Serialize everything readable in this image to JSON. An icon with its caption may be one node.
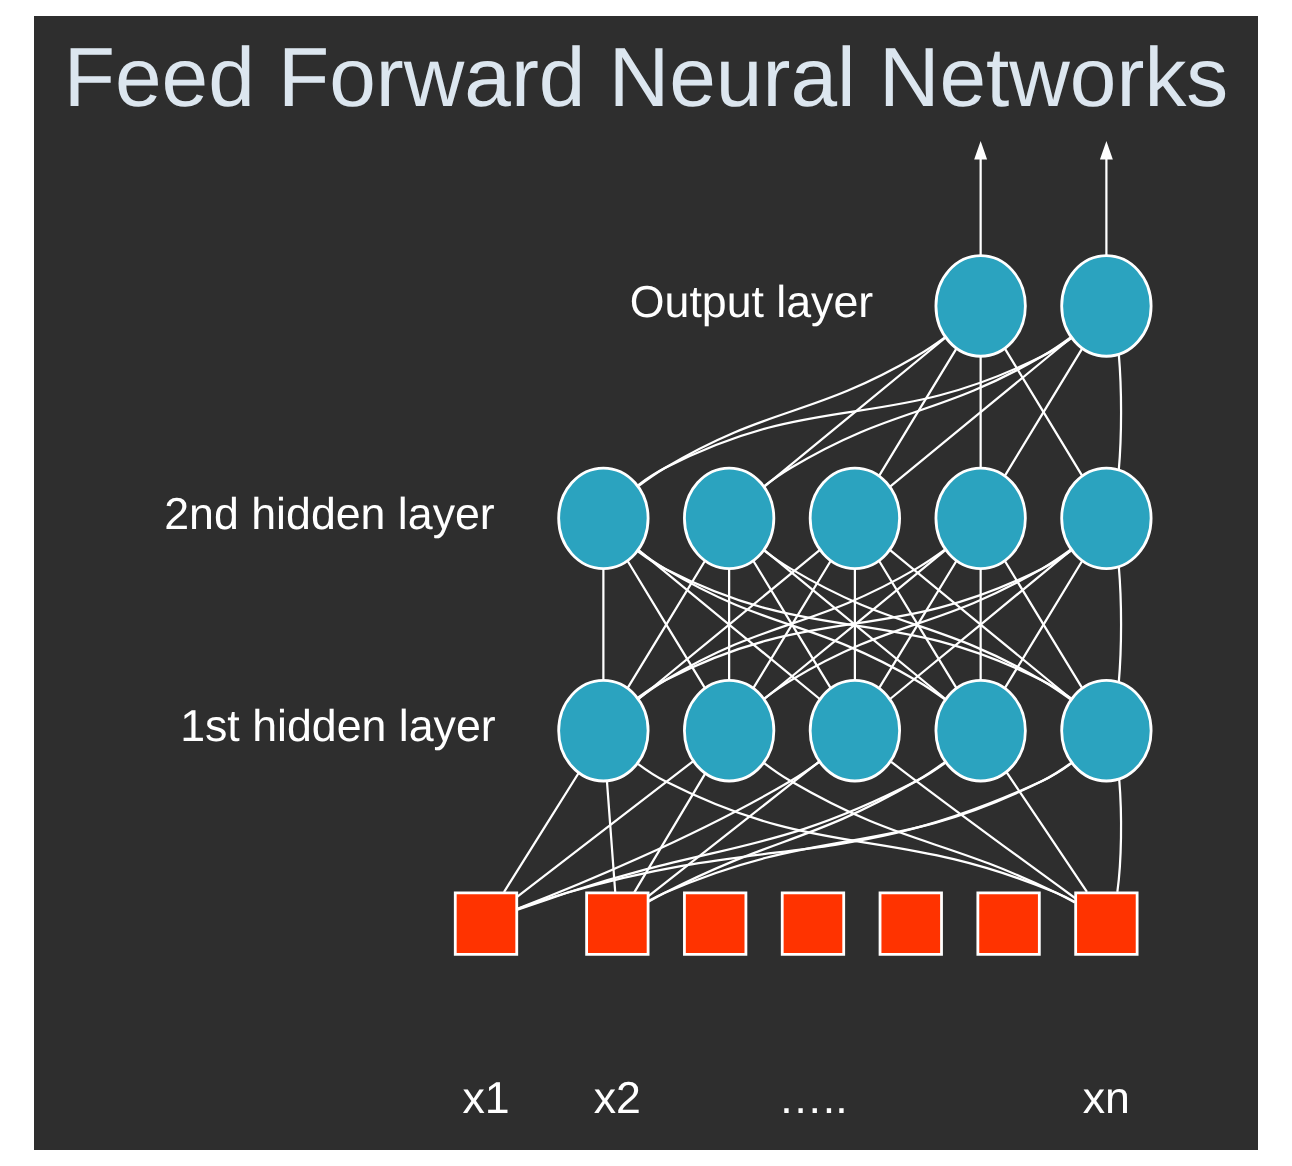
{
  "diagram": {
    "title": "Feed Forward Neural Networks",
    "nodes": [
      {
        "text": [],
        "shape": "circle"
      },
      {
        "text": [],
        "shape": "circle"
      },
      {
        "text": [],
        "shape": "circle"
      },
      {
        "text": [],
        "shape": "circle"
      },
      {
        "text": [],
        "shape": "circle"
      },
      {
        "text": [],
        "shape": "circle"
      },
      {
        "text": [],
        "shape": "circle"
      },
      {
        "text": [],
        "shape": "circle"
      },
      {
        "text": [],
        "shape": "circle"
      },
      {
        "text": [],
        "shape": "circle"
      },
      {
        "text": [],
        "shape": "circle"
      },
      {
        "text": [],
        "shape": "circle"
      },
      {
        "text": [],
        "shape": "box"
      },
      {
        "text": [],
        "shape": "box"
      },
      {
        "text": [],
        "shape": "box"
      },
      {
        "text": [],
        "shape": "box"
      },
      {
        "text": [],
        "shape": "box"
      },
      {
        "text": [],
        "shape": "box"
      },
      {
        "text": [],
        "shape": "box"
      }
    ],
    "edges": [
      {
        "from": 12,
        "to": 7,
        "arrow": "none"
      },
      {
        "from": 12,
        "to": 8,
        "arrow": "none"
      },
      {
        "from": 12,
        "to": 9,
        "arrow": "none"
      },
      {
        "from": 12,
        "to": 10,
        "arrow": "none"
      },
      {
        "from": 12,
        "to": 11,
        "arrow": "none"
      },
      {
        "from": 13,
        "to": 7,
        "arrow": "none"
      },
      {
        "from": 13,
        "to": 8,
        "arrow": "none"
      },
      {
        "from": 13,
        "to": 9,
        "arrow": "none"
      },
      {
        "from": 13,
        "to": 10,
        "arrow": "none"
      },
      {
        "from": 13,
        "to": 11,
        "arrow": "none"
      },
      {
        "from": 18,
        "to": 7,
        "arrow": "none"
      },
      {
        "from": 18,
        "to": 8,
        "arrow": "none"
      },
      {
        "from": 18,
        "to": 9,
        "arrow": "none"
      },
      {
        "from": 18,
        "to": 10,
        "arrow": "none"
      },
      {
        "from": 18,
        "to": 11,
        "arrow": "none"
      },
      {
        "from": 7,
        "to": 2,
        "arrow": "none"
      },
      {
        "from": 7,
        "to": 3,
        "arrow": "none"
      },
      {
        "from": 7,
        "to": 4,
        "arrow": "none"
      },
      {
        "from": 7,
        "to": 5,
        "arrow": "none"
      },
      {
        "from": 7,
        "to": 6,
        "arrow": "none"
      },
      {
        "from": 8,
        "to": 2,
        "arrow": "none"
      },
      {
        "from": 8,
        "to": 3,
        "arrow": "none"
      },
      {
        "from": 8,
        "to": 4,
        "arrow": "none"
      },
      {
        "from": 8,
        "to": 5,
        "arrow": "none"
      },
      {
        "from": 8,
        "to": 6,
        "arrow": "none"
      },
      {
        "from": 9,
        "to": 2,
        "arrow": "none"
      },
      {
        "from": 9,
        "to": 3,
        "arrow": "none"
      },
      {
        "from": 9,
        "to": 4,
        "arrow": "none"
      },
      {
        "from": 9,
        "to": 5,
        "arrow": "none"
      },
      {
        "from": 9,
        "to": 6,
        "arrow": "none"
      },
      {
        "from": 10,
        "to": 2,
        "arrow": "none"
      },
      {
        "from": 10,
        "to": 3,
        "arrow": "none"
      },
      {
        "from": 10,
        "to": 4,
        "arrow": "none"
      },
      {
        "from": 10,
        "to": 5,
        "arrow": "none"
      },
      {
        "from": 10,
        "to": 6,
        "arrow": "none"
      },
      {
        "from": 11,
        "to": 2,
        "arrow": "none"
      },
      {
        "from": 11,
        "to": 3,
        "arrow": "none"
      },
      {
        "from": 11,
        "to": 4,
        "arrow": "none"
      },
      {
        "from": 11,
        "to": 5,
        "arrow": "none"
      },
      {
        "from": 11,
        "to": 6,
        "arrow": "none"
      },
      {
        "from": 2,
        "to": 0,
        "arrow": "none"
      },
      {
        "from": 2,
        "to": 1,
        "arrow": "none"
      },
      {
        "from": 3,
        "to": 0,
        "arrow": "none"
      },
      {
        "from": 3,
        "to": 1,
        "arrow": "none"
      },
      {
        "from": 4,
        "to": 0,
        "arrow": "none"
      },
      {
        "from": 4,
        "to": 1,
        "arrow": "none"
      },
      {
        "from": 5,
        "to": 0,
        "arrow": "none"
      },
      {
        "from": 5,
        "to": 1,
        "arrow": "none"
      },
      {
        "from": 6,
        "to": 0,
        "arrow": "none"
      },
      {
        "from": 6,
        "to": 1,
        "arrow": "none"
      },
      {
        "from": 0,
        "to": null,
        "arrow": "to"
      },
      {
        "from": 1,
        "to": null,
        "arrow": "to"
      }
    ],
    "labels": [
      "Output layer",
      "2nd hidden layer",
      "1st hidden layer",
      "x1",
      "x2",
      "…..",
      "xn"
    ]
  }
}
